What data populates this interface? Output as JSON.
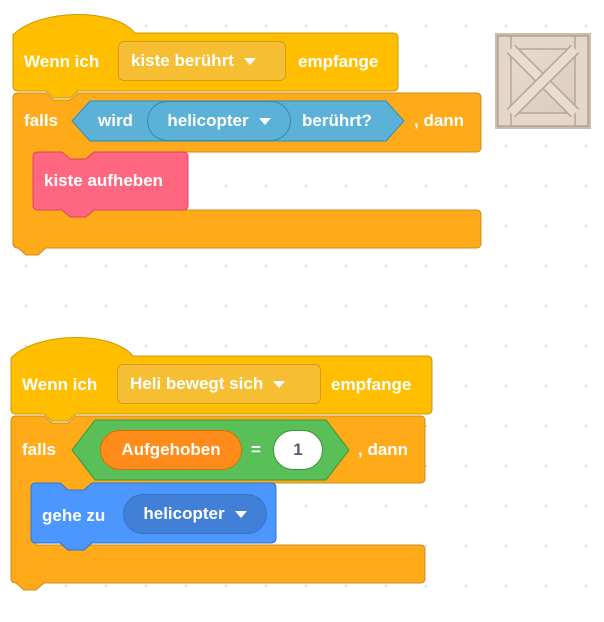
{
  "script1": {
    "hat_prefix": "Wenn ich",
    "message": "kiste berührt",
    "hat_suffix": "empfange",
    "if_label": "falls",
    "sensing_prefix": "wird",
    "sprite": "helicopter",
    "sensing_suffix": "berührt?",
    "then_label": ", dann",
    "custom_block": "kiste aufheben"
  },
  "script2": {
    "hat_prefix": "Wenn ich",
    "message": "Heli bewegt sich",
    "hat_suffix": "empfange",
    "if_label": "falls",
    "variable": "Aufgehoben",
    "operator": "=",
    "value": "1",
    "then_label": ", dann",
    "motion_prefix": "gehe zu",
    "target": "helicopter"
  },
  "sprite_thumbnail": "wooden-crate",
  "colors": {
    "events": "#ffbf00",
    "control": "#ffab19",
    "sensing": "#5cb1d6",
    "operators": "#59c059",
    "variables": "#ff8c1a",
    "motion": "#4c97ff",
    "custom": "#ff6680"
  }
}
